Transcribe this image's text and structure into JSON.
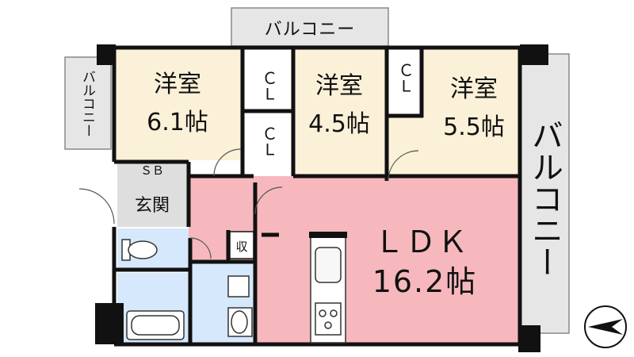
{
  "colors": {
    "western_room": "#fbf1d8",
    "ldk": "#f6b8bd",
    "wet_area": "#d6e8fb",
    "entrance": "#dedede",
    "balcony": "#e6e6e6",
    "wall": "#111111"
  },
  "balconies": {
    "top": "バルコニー",
    "left": "バルコニー",
    "right": "バルコニー"
  },
  "rooms": {
    "western1": {
      "name": "洋室",
      "size": "6.1帖"
    },
    "western2": {
      "name": "洋室",
      "size": "4.5帖"
    },
    "western3": {
      "name": "洋室",
      "size": "5.5帖"
    },
    "ldk": {
      "name": "ＬＤＫ",
      "size": "16.2帖"
    }
  },
  "closets": {
    "cl1": "ＣＬ",
    "cl2": "ＣＬ",
    "cl3": "ＣＬ"
  },
  "sb": "ＳＢ",
  "entrance": "玄関",
  "storage": "収",
  "compass_icon": "north-arrow-icon"
}
